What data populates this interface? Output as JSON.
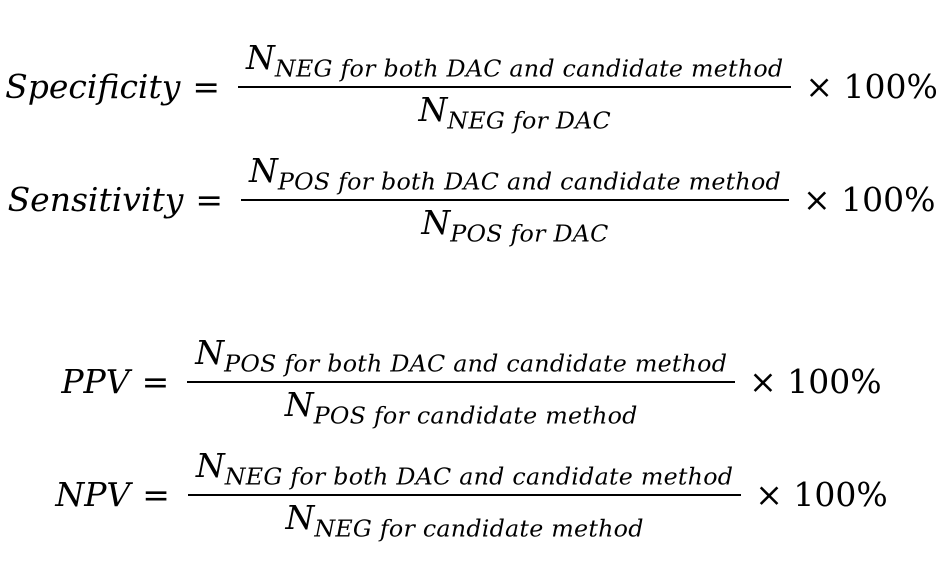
{
  "page": {
    "background_color": "#ffffff",
    "text_color": "#000000"
  },
  "formulas": [
    {
      "name": "Specificity",
      "equals": "=",
      "numerator": {
        "base": "N",
        "subscript": "NEG for both DAC and candidate method"
      },
      "denominator": {
        "base": "N",
        "subscript": "NEG for DAC"
      },
      "multiplier": "× 100%"
    },
    {
      "name": "Sensitivity",
      "equals": "=",
      "numerator": {
        "base": "N",
        "subscript": "POS for both DAC and candidate method"
      },
      "denominator": {
        "base": "N",
        "subscript": "POS for DAC"
      },
      "multiplier": "× 100%"
    },
    {
      "name": "PPV",
      "equals": "=",
      "numerator": {
        "base": "N",
        "subscript": "POS for both DAC and candidate method"
      },
      "denominator": {
        "base": "N",
        "subscript": "POS for candidate method"
      },
      "multiplier": "× 100%"
    },
    {
      "name": "NPV",
      "equals": "=",
      "numerator": {
        "base": "N",
        "subscript": "NEG for both DAC and candidate method"
      },
      "denominator": {
        "base": "N",
        "subscript": "NEG for candidate method"
      },
      "multiplier": "× 100%"
    }
  ]
}
